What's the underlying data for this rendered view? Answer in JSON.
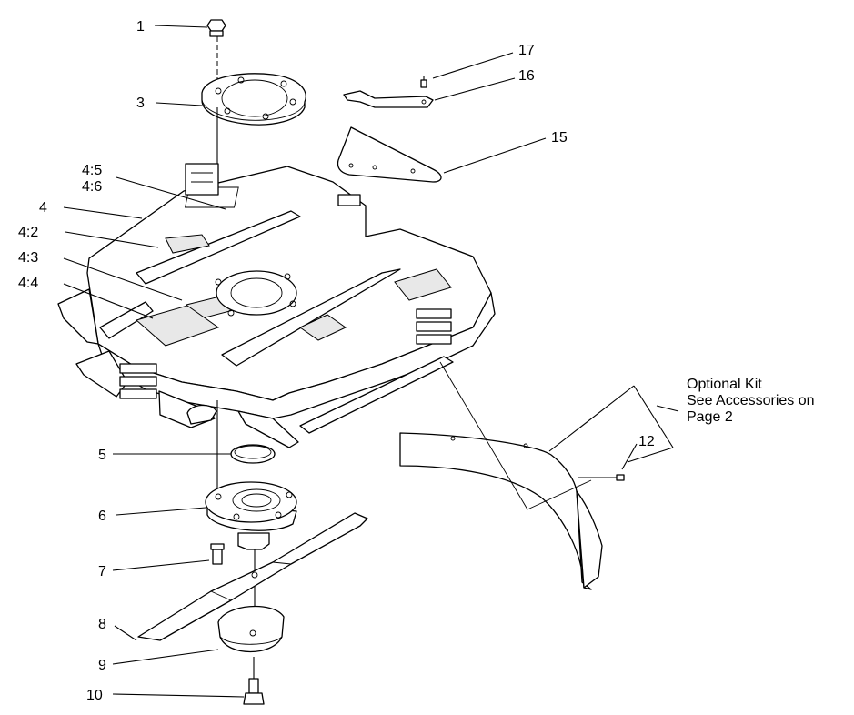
{
  "callouts": {
    "c1": "1",
    "c3": "3",
    "c4": "4",
    "c4_2": "4:2",
    "c4_3": "4:3",
    "c4_4": "4:4",
    "c4_5": "4:5",
    "c4_6": "4:6",
    "c5": "5",
    "c6": "6",
    "c7": "7",
    "c8": "8",
    "c9": "9",
    "c10": "10",
    "c12": "12",
    "c15": "15",
    "c16": "16",
    "c17": "17"
  },
  "kit_note": {
    "line1": "Optional Kit",
    "line2": "See Accessories on",
    "line3": "Page 2"
  }
}
